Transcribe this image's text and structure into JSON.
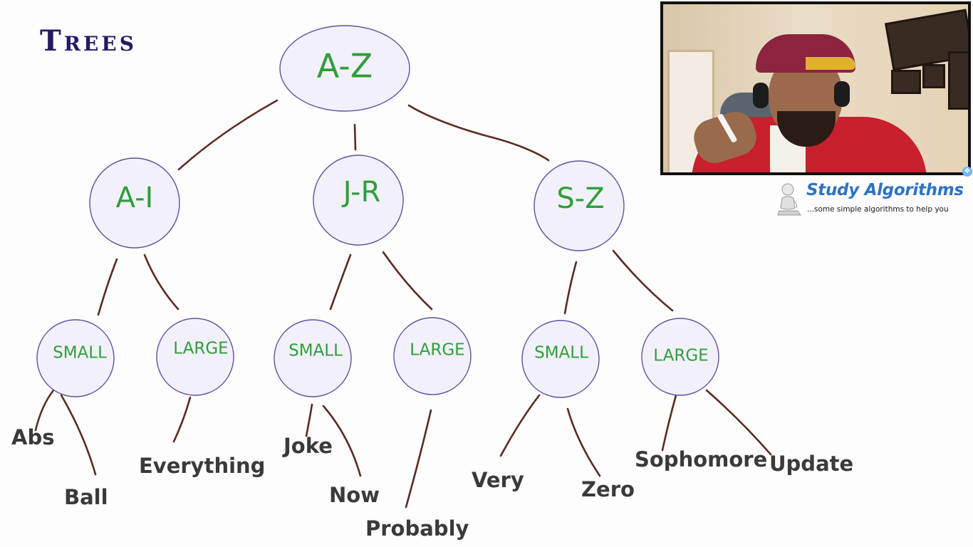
{
  "slide": {
    "title": "Trees"
  },
  "tree": {
    "root": {
      "label": "A-Z"
    },
    "level1": [
      {
        "label": "A-I"
      },
      {
        "label": "J-R"
      },
      {
        "label": "S-Z"
      }
    ],
    "level2": [
      {
        "label": "SMALL"
      },
      {
        "label": "LARGE"
      },
      {
        "label": "SMALL"
      },
      {
        "label": "LARGE"
      },
      {
        "label": "SMALL"
      },
      {
        "label": "LARGE"
      }
    ],
    "leaves": [
      "Abs",
      "Ball",
      "Everything",
      "Joke",
      "Now",
      "Probably",
      "Very",
      "Zero",
      "Sophomore",
      "Update"
    ]
  },
  "brand": {
    "name": "Study Algorithms",
    "tagline": "...some simple algorithms to help you"
  },
  "colors": {
    "title": "#241a63",
    "node_fill": "#f2f1fb",
    "node_stroke": "#5a53a3",
    "node_text": "#2f9e3a",
    "edge": "#5a2b1f",
    "leaf_text": "#3a3a3a",
    "brand": "#2f72c4"
  },
  "icons": {
    "video_move": "move-icon",
    "brand_logo": "thinking-figure-icon"
  }
}
